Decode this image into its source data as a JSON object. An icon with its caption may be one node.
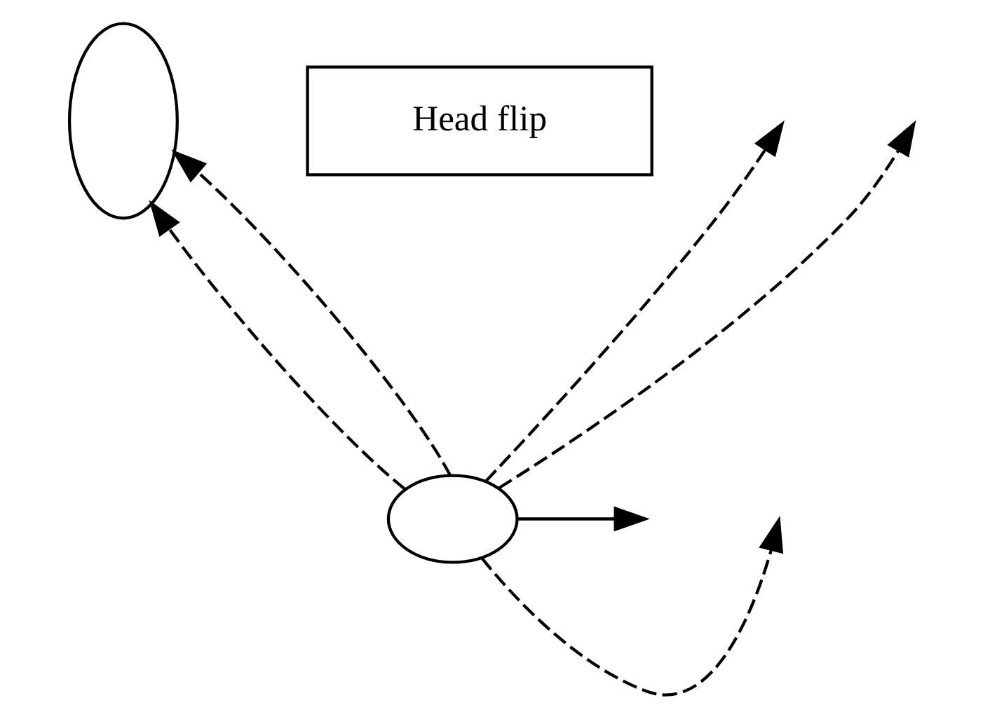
{
  "diagram": {
    "nodes": [
      {
        "text": [],
        "shape": "ellipse"
      },
      {
        "text": [
          "Head flip"
        ]
      },
      {
        "text": [],
        "shape": "ellipse"
      }
    ],
    "edges": [
      {
        "from": 2,
        "to": null,
        "arrow": "to",
        "style": "dashed"
      },
      {
        "from": 2,
        "to": null,
        "arrow": "to",
        "style": "dashed"
      },
      {
        "from": 2,
        "to": 0,
        "arrow": "to",
        "style": "dashed"
      },
      {
        "from": 2,
        "to": 0,
        "arrow": "to",
        "style": "dashed"
      },
      {
        "from": 2,
        "to": null,
        "arrow": "to",
        "style": "dashed"
      },
      {
        "from": 2,
        "to": null,
        "arrow": "to"
      }
    ]
  }
}
